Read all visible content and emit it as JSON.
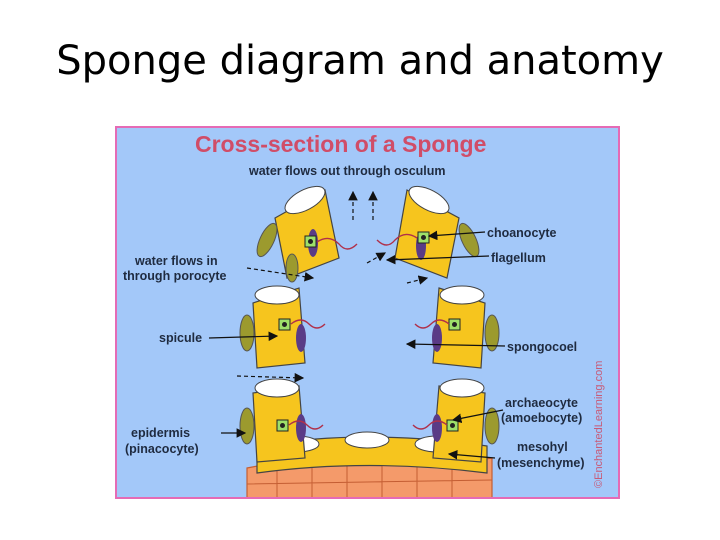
{
  "slide": {
    "title": "Sponge diagram and anatomy"
  },
  "figure": {
    "title": "Cross-section of a Sponge",
    "credit": "©EnchantedLearning.com",
    "labels": {
      "water_out": "water flows out through osculum",
      "water_in_line1": "water flows in",
      "water_in_line2": "through porocyte",
      "spicule": "spicule",
      "epidermis_line1": "epidermis",
      "epidermis_line2": "(pinacocyte)",
      "choanocyte": "choanocyte",
      "flagellum": "flagellum",
      "spongocoel": "spongocoel",
      "archaeocyte_line1": "archaeocyte",
      "archaeocyte_line2": "(amoebocyte)",
      "mesohyl_line1": "mesohyl",
      "mesohyl_line2": "(mesenchyme)"
    },
    "colors": {
      "background": "#a3c8f9",
      "border": "#e56bb5",
      "title": "#d04d68",
      "cell_yellow": "#f6c51e",
      "spicule_green": "#9c9a2e",
      "amoebocyte_purple": "#5a3b86",
      "collar_green": "#9ee06a",
      "base_orange": "#f49a6a"
    }
  }
}
